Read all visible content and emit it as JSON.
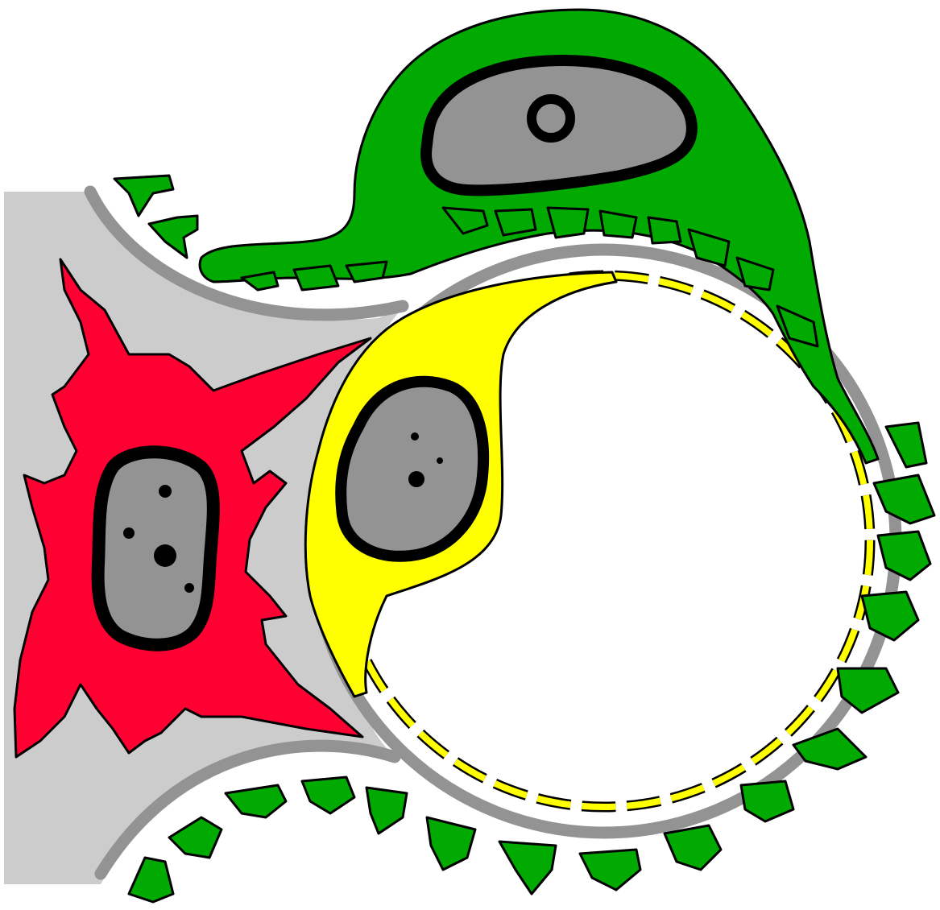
{
  "diagram": {
    "colors": {
      "background": "#ffffff",
      "interstitium": "#cccccc",
      "basal_lamina": "#939393",
      "outline": "#000000",
      "pericyte": "#00aa00",
      "endothelial_cell": "#ffff00",
      "fibroblast": "#ff0033",
      "nucleus": "#939393",
      "chromatin": "#000000",
      "lumen": "#ffffff"
    },
    "cells": [
      {
        "name": "pericyte",
        "color": "green",
        "has_nucleus": true,
        "has_foot_processes": true
      },
      {
        "name": "endothelial-cell",
        "color": "yellow",
        "has_nucleus": true
      },
      {
        "name": "fibroblast",
        "color": "red",
        "has_nucleus": true
      }
    ],
    "structures": [
      {
        "name": "capillary-lumen"
      },
      {
        "name": "basal-lamina"
      },
      {
        "name": "interstitial-space"
      },
      {
        "name": "fenestrations"
      }
    ]
  }
}
